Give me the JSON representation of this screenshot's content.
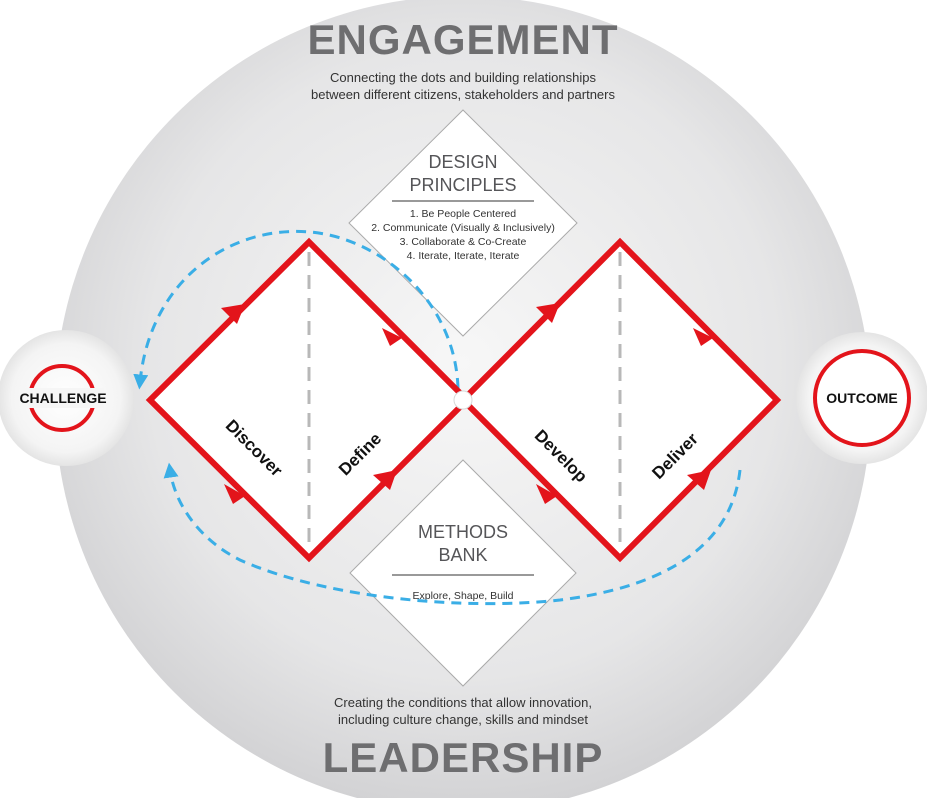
{
  "engagement": {
    "title": "ENGAGEMENT",
    "line1": "Connecting the dots and building relationships",
    "line2": "between different citizens, stakeholders and partners"
  },
  "leadership": {
    "title": "LEADERSHIP",
    "line1": "Creating the conditions that allow innovation,",
    "line2": "including culture change, skills and mindset"
  },
  "design_principles": {
    "title_line1": "DESIGN",
    "title_line2": "PRINCIPLES",
    "items": [
      "1. Be People Centered",
      "2. Communicate (Visually & Inclusively)",
      "3. Collaborate & Co-Create",
      "4. Iterate, Iterate, Iterate"
    ]
  },
  "methods_bank": {
    "title_line1": "METHODS",
    "title_line2": "BANK",
    "text": "Explore, Shape, Build"
  },
  "phases": {
    "discover": "Discover",
    "define": "Define",
    "develop": "Develop",
    "deliver": "Deliver"
  },
  "challenge": "CHALLENGE",
  "outcome": "OUTCOME",
  "colors": {
    "red": "#e3141b",
    "blue_dashed": "#3aaee6",
    "text_gray": "#6e6e70"
  }
}
